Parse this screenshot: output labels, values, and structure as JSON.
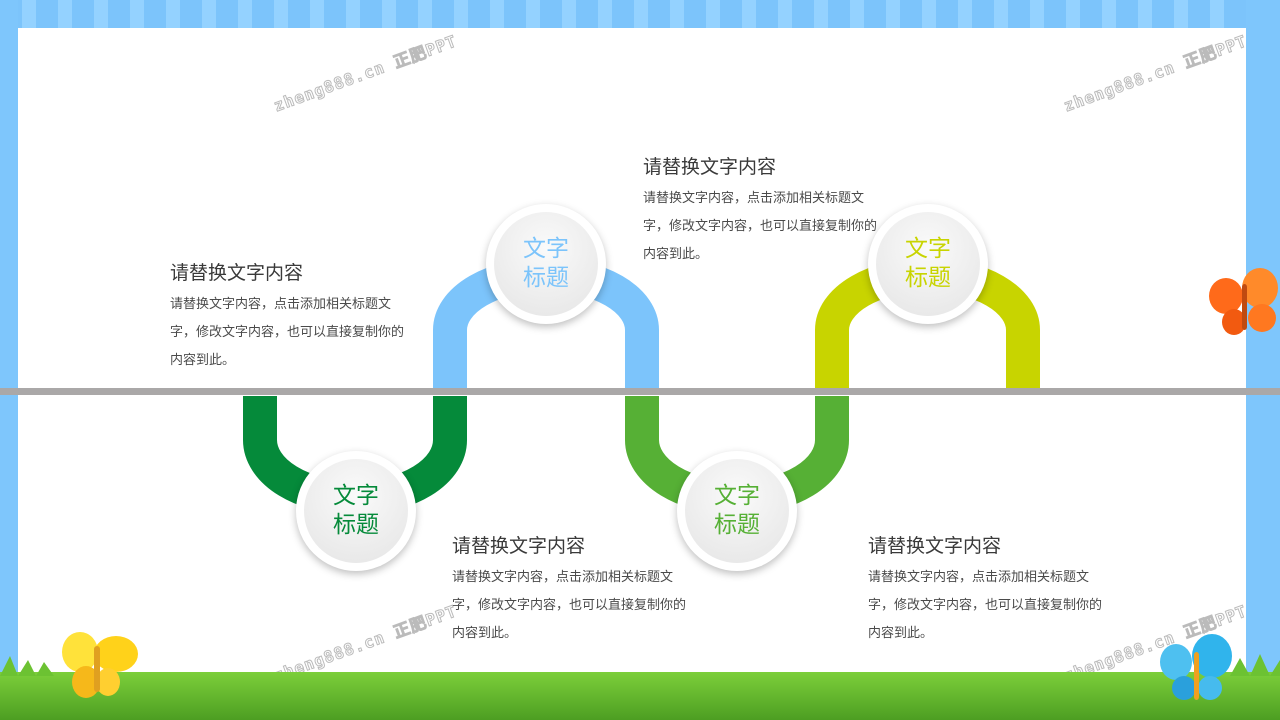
{
  "watermark": "zheng888.cn 正肥PPT",
  "steps": [
    {
      "circle_line1": "文字",
      "circle_line2": "标题",
      "color": "#058a3a",
      "title": "请替换文字内容",
      "body": "请替换文字内容，点击添加相关标题文字，修改文字内容，也可以直接复制你的内容到此。"
    },
    {
      "circle_line1": "文字",
      "circle_line2": "标题",
      "color": "#7cc4fb",
      "title": "请替换文字内容",
      "body": "请替换文字内容，点击添加相关标题文字，修改文字内容，也可以直接复制你的内容到此。"
    },
    {
      "circle_line1": "文字",
      "circle_line2": "标题",
      "color": "#56b035",
      "title": "请替换文字内容",
      "body": "请替换文字内容，点击添加相关标题文字，修改文字内容，也可以直接复制你的内容到此。"
    },
    {
      "circle_line1": "文字",
      "circle_line2": "标题",
      "color": "#c8d400",
      "title": "请替换文字内容",
      "body": "请替换文字内容，点击添加相关标题文字，修改文字内容，也可以直接复制你的内容到此。"
    }
  ]
}
